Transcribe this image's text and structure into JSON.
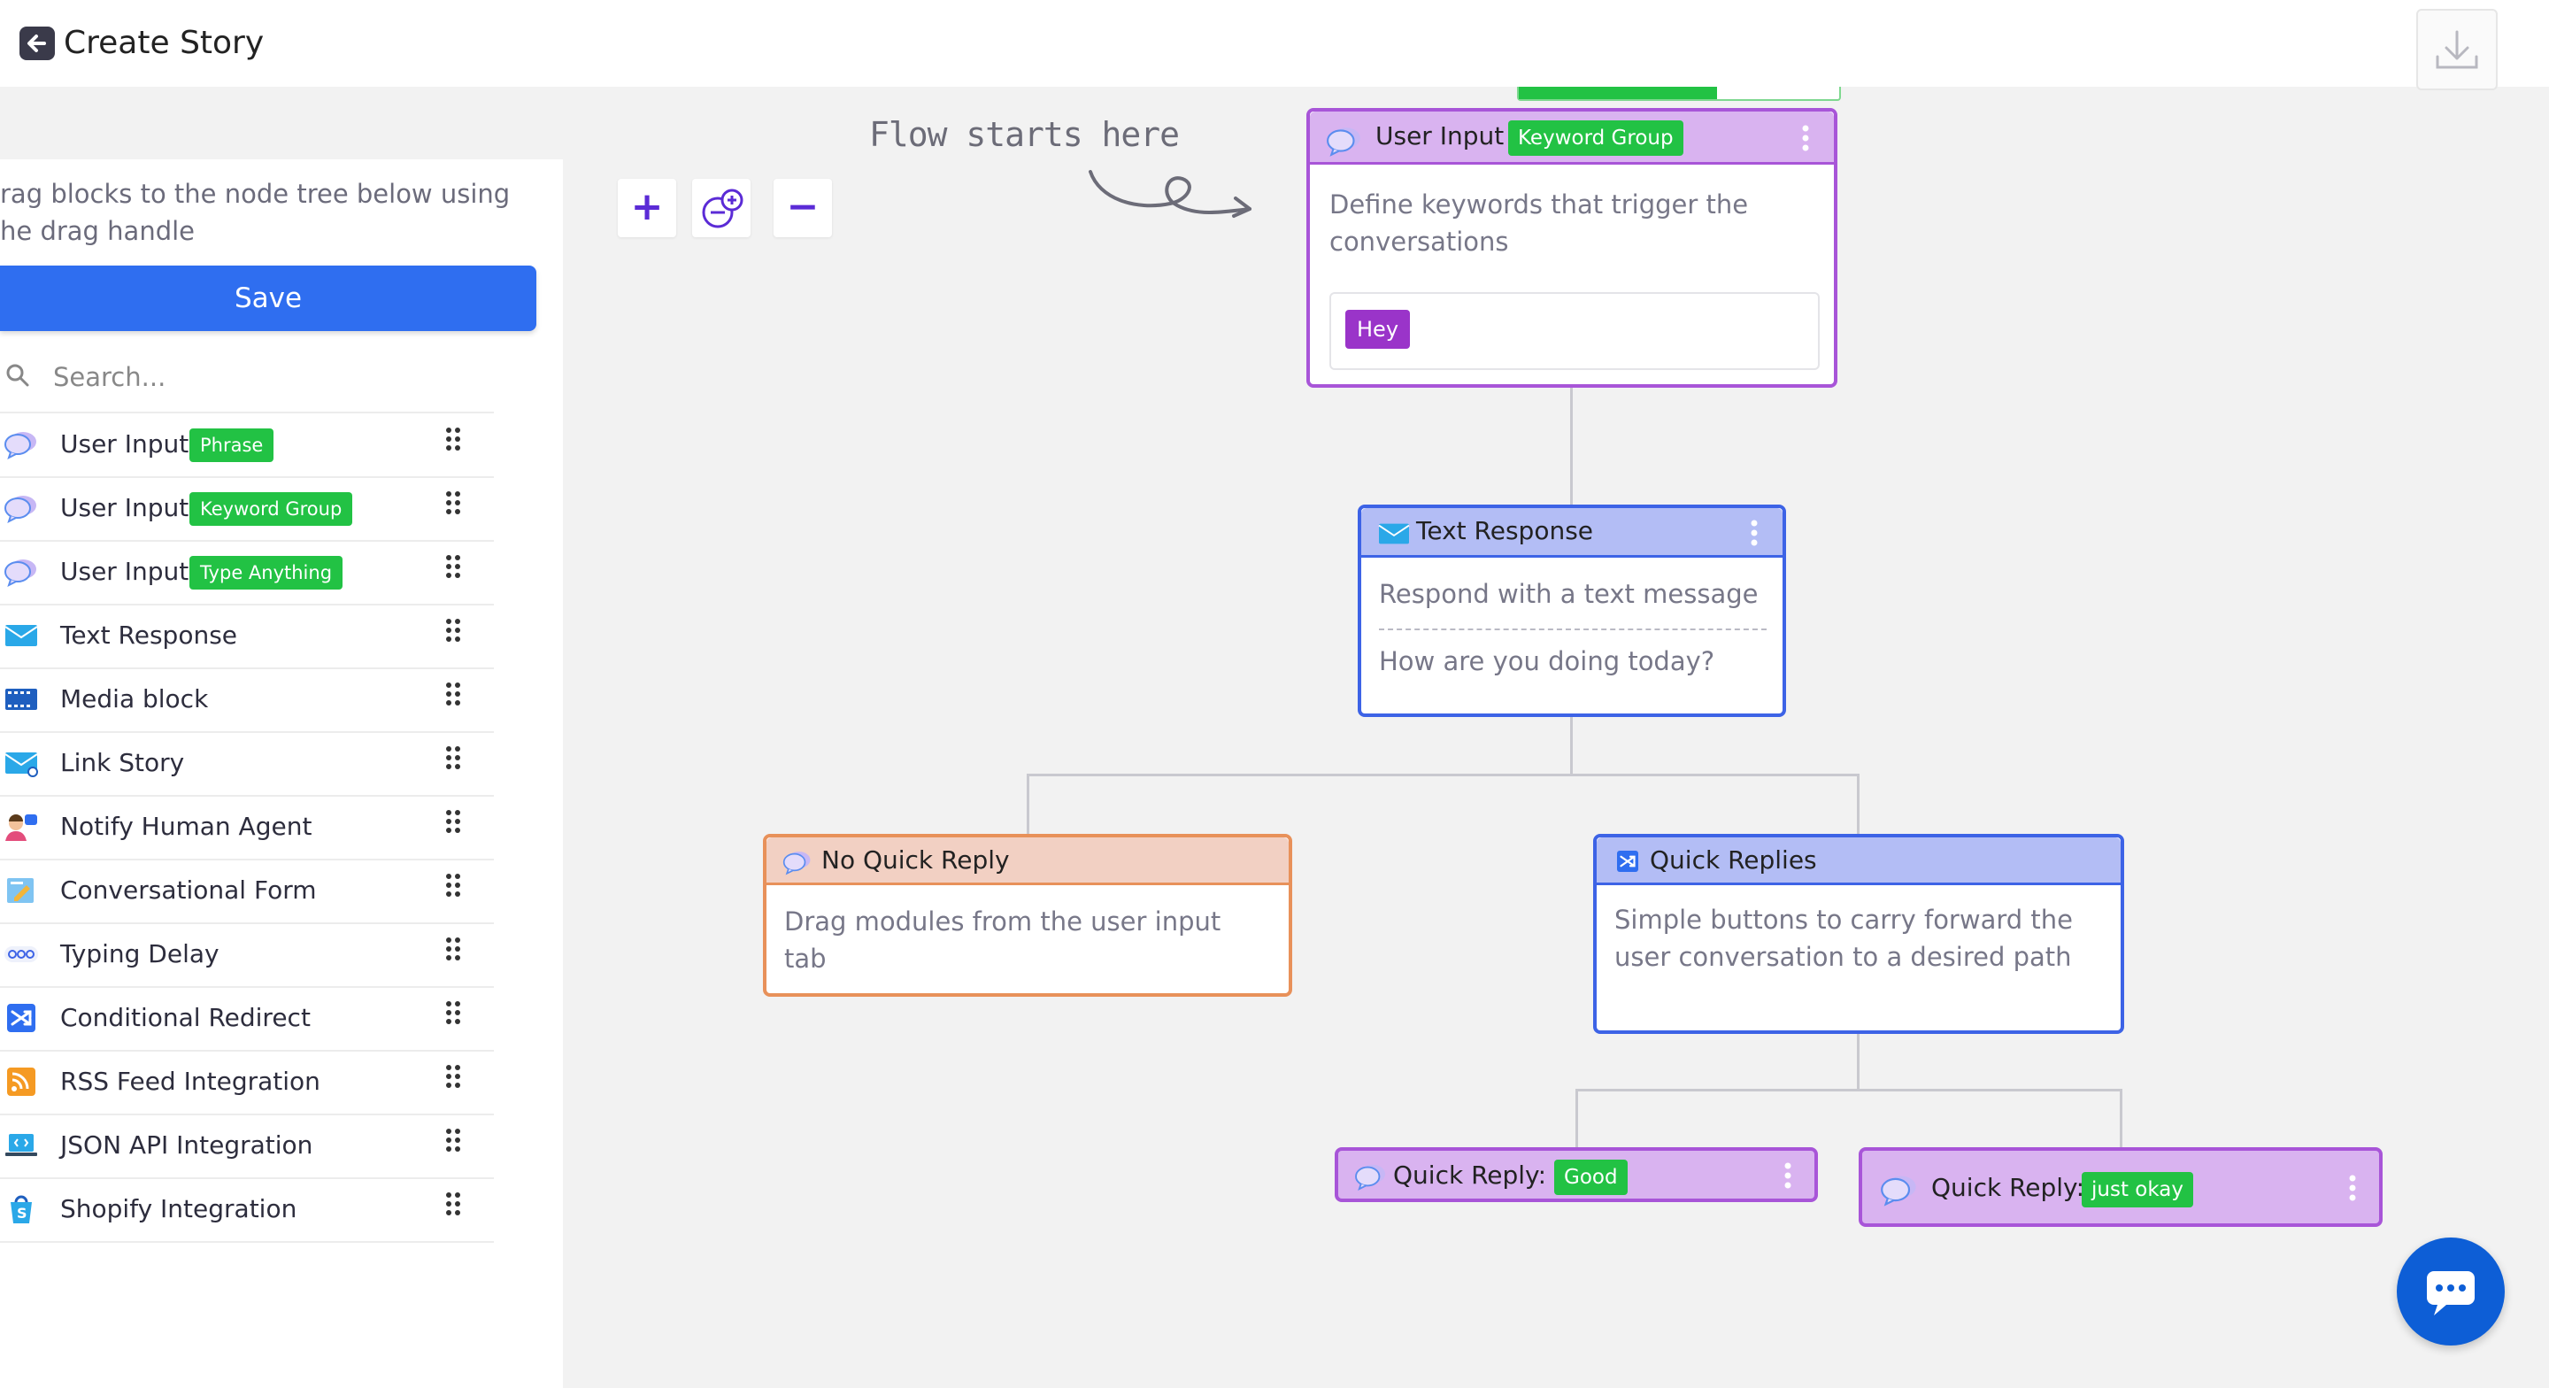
{
  "header": {
    "title": "Create Story"
  },
  "sidebar": {
    "hint": "rag blocks to the node tree below using\nhe drag handle",
    "save_label": "Save",
    "search_placeholder": "Search...",
    "items": [
      {
        "label": "User Input",
        "badge": "Phrase",
        "icon": "chat-bubble-icon"
      },
      {
        "label": "User Input",
        "badge": "Keyword Group",
        "icon": "chat-bubble-icon"
      },
      {
        "label": "User Input",
        "badge": "Type Anything",
        "icon": "chat-bubble-icon"
      },
      {
        "label": "Text Response",
        "badge": "",
        "icon": "envelope-icon"
      },
      {
        "label": "Media block",
        "badge": "",
        "icon": "film-icon"
      },
      {
        "label": "Link Story",
        "badge": "",
        "icon": "envelope-link-icon"
      },
      {
        "label": "Notify Human Agent",
        "badge": "",
        "icon": "agent-icon"
      },
      {
        "label": "Conversational Form",
        "badge": "",
        "icon": "form-icon"
      },
      {
        "label": "Typing Delay",
        "badge": "",
        "icon": "typing-dots-icon"
      },
      {
        "label": "Conditional Redirect",
        "badge": "",
        "icon": "shuffle-icon"
      },
      {
        "label": "RSS Feed Integration",
        "badge": "",
        "icon": "rss-icon"
      },
      {
        "label": "JSON API Integration",
        "badge": "",
        "icon": "laptop-code-icon"
      },
      {
        "label": "Shopify Integration",
        "badge": "",
        "icon": "shopify-bag-icon"
      }
    ]
  },
  "canvas": {
    "flow_note": "Flow starts here",
    "zoom_in": "+",
    "zoom_out": "−",
    "nodes": {
      "user_input": {
        "title": "User Input",
        "badge": "Keyword Group",
        "desc": "Define keywords that trigger the conversations",
        "keyword": "Hey"
      },
      "text_response": {
        "title": "Text Response",
        "desc": "Respond with a text message",
        "message": "How are you doing today?"
      },
      "no_quick_reply": {
        "title": "No Quick Reply",
        "desc": "Drag modules from the user input tab"
      },
      "quick_replies": {
        "title": "Quick Replies",
        "desc": "Simple buttons to carry forward the user conversation to a desired path"
      },
      "quick_reply_good": {
        "title": "Quick Reply:",
        "badge": "Good"
      },
      "quick_reply_okay": {
        "title": "Quick Reply:",
        "badge": "just okay"
      }
    }
  },
  "colors": {
    "primary": "#2f6ef0",
    "badge_green": "#22c244",
    "user_input_purple": "#a855d8",
    "text_response_blue": "#3d63e6",
    "no_quick_reply_orange": "#e8915a",
    "chat_fab": "#0d5ed6"
  }
}
